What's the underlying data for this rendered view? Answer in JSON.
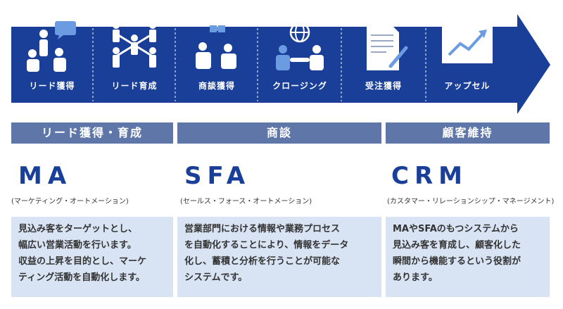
{
  "stages": [
    {
      "label": "リード獲得",
      "icon": "presentation-people-icon"
    },
    {
      "label": "リード育成",
      "icon": "network-people-icon"
    },
    {
      "label": "商談獲得",
      "icon": "puzzle-meeting-icon"
    },
    {
      "label": "クロージング",
      "icon": "globe-handshake-icon"
    },
    {
      "label": "受注獲得",
      "icon": "contract-pen-icon"
    },
    {
      "label": "アップセル",
      "icon": "growth-chart-icon"
    }
  ],
  "categories": [
    "リード獲得・育成",
    "商談",
    "顧客維持"
  ],
  "systems": [
    {
      "acronym": "MA",
      "subtitle": "(マーケティング・オートメーション)",
      "lines": [
        "見込み客をターゲットとし、",
        "幅広い営業活動を行います。",
        "収益の上昇を目的とし、マーケ",
        "ティング活動を自動化します。"
      ]
    },
    {
      "acronym": "SFA",
      "subtitle": "(セールス・フォース・オートメーション)",
      "lines": [
        "営業部門における情報や業務プロセス",
        "を自動化することにより、情報をデータ",
        "化し、蓄積と分析を行うことが可能な",
        "システムです。"
      ]
    },
    {
      "acronym": "CRM",
      "subtitle": "(カスタマー・リレーションシップ・マネージメント)",
      "lines": [
        "MAやSFAのもつシステムから",
        "見込み客を育成し、顧客化した",
        "瞬間から機能するという役割が",
        "あります。"
      ]
    }
  ],
  "colors": {
    "arrow": "#1a3f98",
    "category": "#5e76a8",
    "desc_bg": "#d8e4f4",
    "acronym": "#1a3f98",
    "icon_fill": "#ffffff",
    "icon_accent": "#6b9be0"
  }
}
